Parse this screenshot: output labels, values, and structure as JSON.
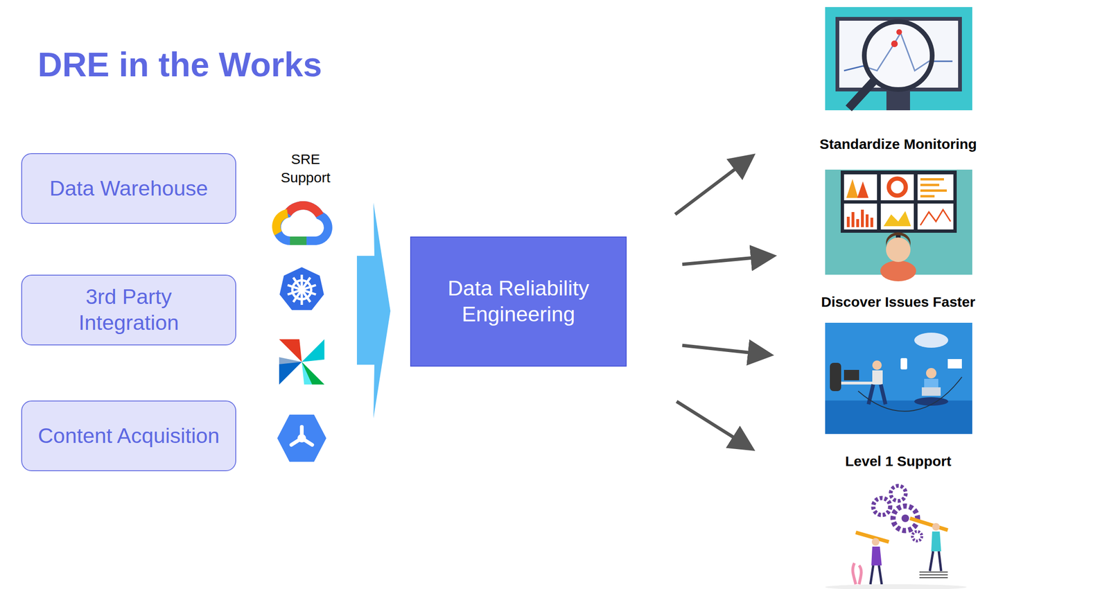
{
  "diagram": {
    "title": "DRE in the Works",
    "nodes": [
      {
        "text": [
          "Data Warehouse"
        ]
      },
      {
        "text": [
          "3rd Party Integration"
        ]
      },
      {
        "text": [
          "Content Acquisition"
        ]
      },
      {
        "text": [
          "Data Reliability Engineering"
        ]
      }
    ],
    "labels": [
      "SRE Support",
      "Standardize Monitoring",
      "Discover Issues Faster",
      "Level 1 Support"
    ]
  }
}
